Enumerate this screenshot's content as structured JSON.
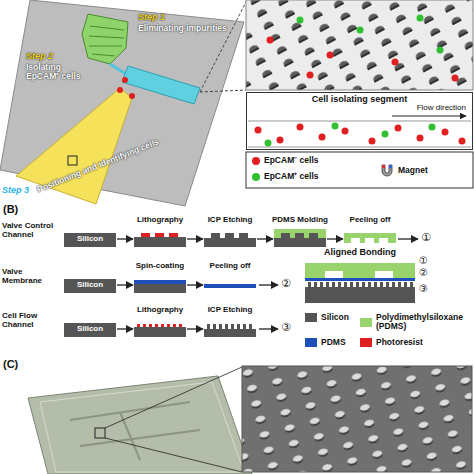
{
  "diagram": {
    "nodes": [
      {
        "text": [
          "Cell isolating segment",
          "Flow direction"
        ]
      },
      {
        "text": [
          "Silicon"
        ]
      },
      {
        "text": [
          "Lithography"
        ]
      },
      {
        "text": [
          "ICP Etching"
        ]
      },
      {
        "text": [
          "PDMS Molding"
        ]
      },
      {
        "text": [
          "Peeling off"
        ]
      },
      {
        "text": [
          "Silicon"
        ]
      },
      {
        "text": [
          "Spin-coating"
        ]
      },
      {
        "text": [
          "Peeling off"
        ]
      },
      {
        "text": [
          "Silicon"
        ]
      },
      {
        "text": [
          "Lithography"
        ]
      },
      {
        "text": [
          "ICP Etching"
        ]
      },
      {
        "text": [
          "Aligned Bonding"
        ]
      }
    ],
    "edges": [
      {
        "from": 1,
        "to": 2,
        "arrow": "to"
      },
      {
        "from": 2,
        "to": 3,
        "arrow": "to"
      },
      {
        "from": 3,
        "to": 4,
        "arrow": "to"
      },
      {
        "from": 4,
        "to": 5,
        "arrow": "to"
      },
      {
        "from": 6,
        "to": 7,
        "arrow": "to"
      },
      {
        "from": 7,
        "to": 8,
        "arrow": "to"
      },
      {
        "from": 9,
        "to": 10,
        "arrow": "to"
      },
      {
        "from": 10,
        "to": 11,
        "arrow": "to"
      }
    ],
    "labels": [
      "Step 1",
      "Eliminating impurities",
      "Step 2",
      "Isolating EpCAM⁺ cells",
      "Step 3",
      "Positioning and identifying cells",
      "(B)",
      "Valve Control Channel",
      "Valve Membrane",
      "Cell Flow Channel",
      "①",
      "②",
      "③",
      "①",
      "②",
      "③",
      "(C)"
    ],
    "legend": [
      {
        "text": "EpCAM⁻ cells",
        "color": "#e02020"
      },
      {
        "text": "EpCAM⁺ cells",
        "color": "#30c030"
      },
      {
        "text": "Magnet"
      },
      {
        "text": "Silicon",
        "color": "#555555"
      },
      {
        "text": "Polydimethylsiloxane (PDMS)",
        "color": "#99d36b"
      },
      {
        "text": "PDMS",
        "color": "#1f4fb8"
      },
      {
        "text": "Photoresist",
        "color": "#e02020"
      }
    ]
  }
}
